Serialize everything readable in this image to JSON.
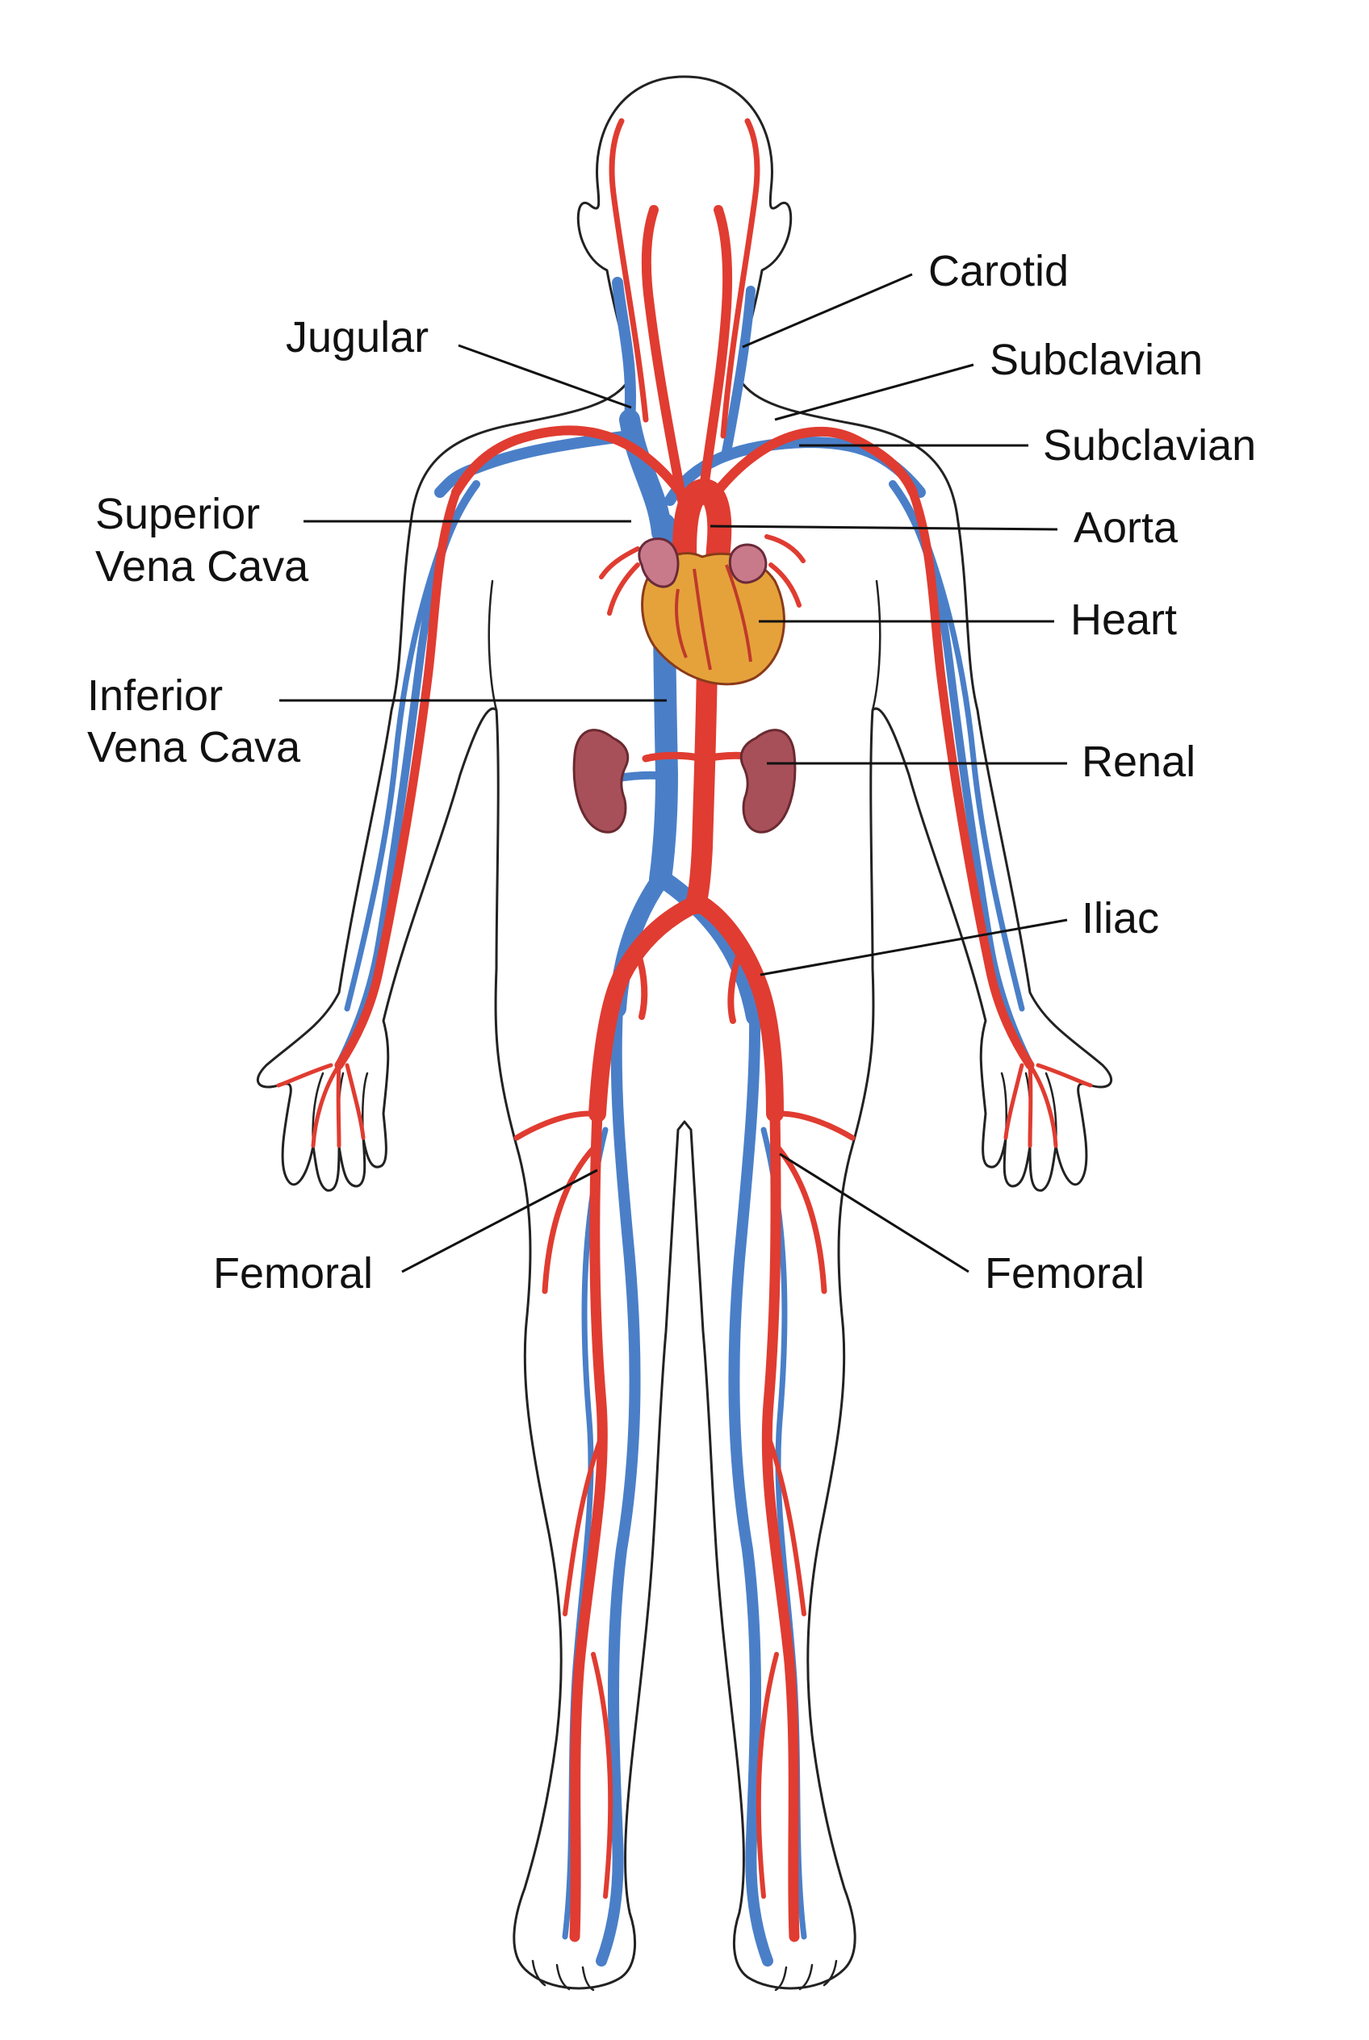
{
  "colors": {
    "artery": "#e03c31",
    "artery_dark": "#b8261d",
    "vein": "#4a7fc8",
    "vein_dark": "#2f5fa3",
    "heart": "#e5a23a",
    "kidney": "#a8505a",
    "outline": "#222222",
    "background": "#ffffff"
  },
  "labels": {
    "carotid": "Carotid",
    "jugular": "Jugular",
    "subclavian_artery": "Subclavian",
    "subclavian_vein": "Subclavian",
    "superior_vena_cava_line1": "Superior",
    "superior_vena_cava_line2": "Vena Cava",
    "aorta": "Aorta",
    "heart": "Heart",
    "inferior_vena_cava_line1": "Inferior",
    "inferior_vena_cava_line2": "Vena Cava",
    "renal": "Renal",
    "iliac": "Iliac",
    "femoral_left": "Femoral",
    "femoral_right": "Femoral"
  }
}
